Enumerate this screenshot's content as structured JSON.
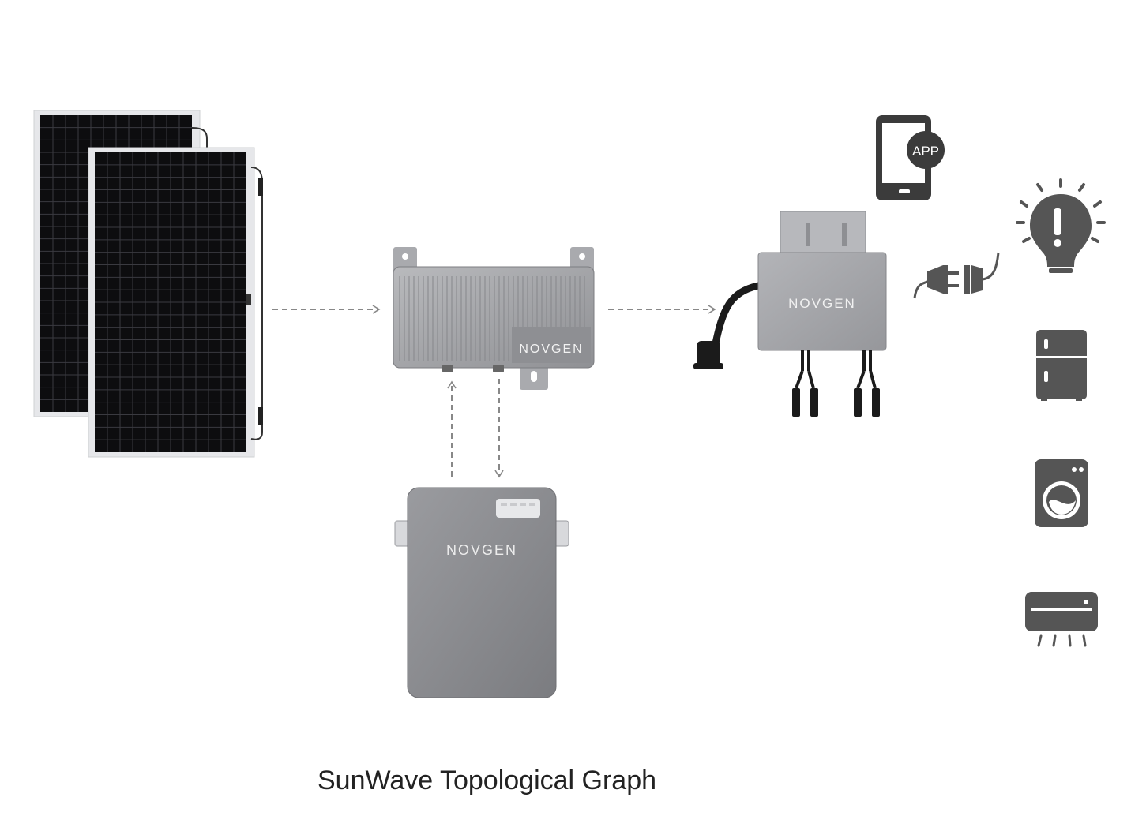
{
  "caption": "SunWave Topological Graph",
  "components": {
    "hub": {
      "brand": "NOVGEN"
    },
    "microinverter": {
      "brand": "NOVGEN"
    },
    "battery": {
      "brand": "NOVGEN"
    }
  },
  "app_icon": {
    "label": "APP",
    "icon": "smartphone-app-icon"
  },
  "plug_icon": "power-plug-icon",
  "appliances": [
    {
      "icon": "light-bulb-icon"
    },
    {
      "icon": "refrigerator-icon"
    },
    {
      "icon": "washing-machine-icon"
    },
    {
      "icon": "air-conditioner-icon"
    }
  ],
  "colors": {
    "panel_cell": "#0d0d0f",
    "device_gray": "#a3a4a8",
    "battery_gray": "#8a8b8f",
    "icon_dark": "#555555",
    "arrow": "#888888"
  }
}
